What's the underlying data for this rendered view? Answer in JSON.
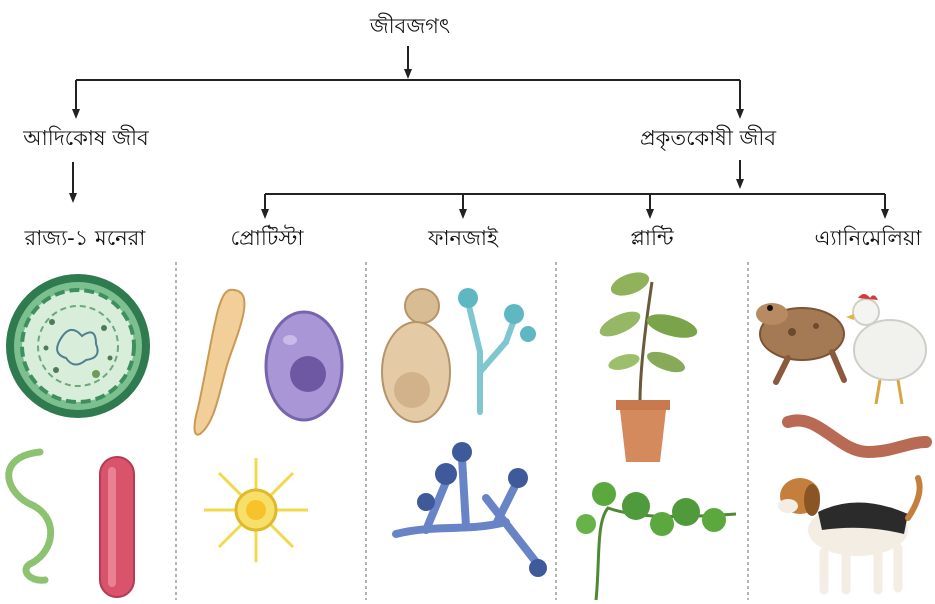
{
  "tree": {
    "root": "জীবজগৎ",
    "prokaryote": "আদিকোষ জীব",
    "eukaryote": "প্রকৃতকোষী জীব",
    "kingdoms": [
      "রাজ্য-১ মনেরা",
      "প্রোটিস্টা",
      "ফানজাই",
      "প্লান্টি",
      "এ্যানিমেলিয়া"
    ]
  },
  "colors": {
    "line": "#222222",
    "divider": "#9a9a9a",
    "monera_green": "#3f8f5e",
    "protist_purple": "#8a72b8",
    "fungi_blue": "#4e6aa5",
    "plant_green": "#4f9a3a",
    "animal_brown": "#8b5a3c"
  },
  "illustrations": [
    {
      "kingdom": 0,
      "icons": [
        "bacterium-cell-icon",
        "spirillum-icon",
        "bacillus-icon"
      ]
    },
    {
      "kingdom": 1,
      "icons": [
        "euglena-icon",
        "paramecium-icon",
        "heliozoa-icon"
      ]
    },
    {
      "kingdom": 2,
      "icons": [
        "yeast-icon",
        "penicillium-icon",
        "mold-hyphae-icon"
      ]
    },
    {
      "kingdom": 3,
      "icons": [
        "potted-plant-icon",
        "creeper-plant-icon"
      ]
    },
    {
      "kingdom": 4,
      "icons": [
        "frog-icon",
        "hen-icon",
        "earthworm-icon",
        "dog-icon"
      ]
    }
  ]
}
